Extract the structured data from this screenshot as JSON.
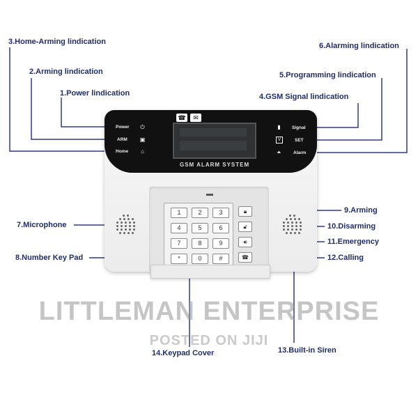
{
  "labels": {
    "home_arming": "3.Home-Arming lindication",
    "arming": "2.Arming lindication",
    "power": "1.Power lindication",
    "alarming": "6.Alarming lindication",
    "programming": "5.Programming lindication",
    "gsm_signal": "4.GSM Signal lindication",
    "microphone": "7.Microphone",
    "number_keypad": "8.Number Key Pad",
    "arming_key": "9.Arming",
    "disarming_key": "10.Disarming",
    "emergency_key": "11.Emergency",
    "calling_key": "12.Calling",
    "siren": "13.Built-in Siren",
    "keypad_cover": "14.Keypad Cover"
  },
  "device": {
    "brand_text": "GSM ALARM SYSTEM",
    "left_indicators": [
      "Power",
      "ARM",
      "Home"
    ],
    "right_indicators": [
      "Signal",
      "SET",
      "Alarm"
    ],
    "keys": [
      "1",
      "2",
      "3",
      "4",
      "5",
      "6",
      "7",
      "8",
      "9",
      "*",
      "0",
      "#"
    ]
  },
  "watermark": {
    "line1": "LITTLEMAN ENTERPRISE",
    "line2": "POSTED ON JIJI"
  },
  "colors": {
    "label_text": "#1f2d6b",
    "leader_lines": "#2b3a8c"
  }
}
